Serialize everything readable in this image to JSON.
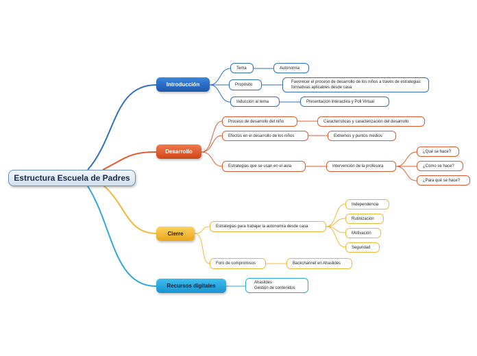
{
  "root": {
    "label": "Estructura Escuela de Padres"
  },
  "colors": {
    "introduccion": "#2f6fc6",
    "desarrollo": "#e0592f",
    "cierre": "#f0b83a",
    "recursos": "#29a7df"
  },
  "introduccion": {
    "label": "Introducción",
    "tema": "Tema",
    "autonomia": "Autonomía",
    "proposito": "Propósito",
    "proposito_detail": "Favorecer el proceso de desarrollo de los niños a través de estrategias formativas aplicables desde casa",
    "induccion": "Inducción al tema",
    "presentacion": "Presentación interactiva y Poll Virtual"
  },
  "desarrollo": {
    "label": "Desarrollo",
    "proceso": "Proceso de desarrollo del niño",
    "caracteristicas": "Características y caracterización del desarrollo",
    "efectos": "Efectos en el desarrollo de los niños",
    "extremos": "Extremos y puntos medios",
    "estrategias": "Estrategias que se usan en el aula",
    "intervencion": "Intervención de la profesora",
    "que": "¿Qué se hace?",
    "como": "¿Cómo se hace?",
    "para_que": "¿Para qué se hace?"
  },
  "cierre": {
    "label": "Cierre",
    "estrategias": "Estrategias para trabajar la autonomía desde casa",
    "independencia": "Independencia",
    "rutinizacion": "Rutinización",
    "motivacion": "Motivación",
    "seguridad": "Seguridad",
    "foro": "Foro de compromisos",
    "backchannel": "Backchannel en Ahaslides"
  },
  "recursos": {
    "label": "Recursos digitales",
    "ahaslides": "Ahaslides",
    "gestion": "Gestión de contenidos"
  }
}
